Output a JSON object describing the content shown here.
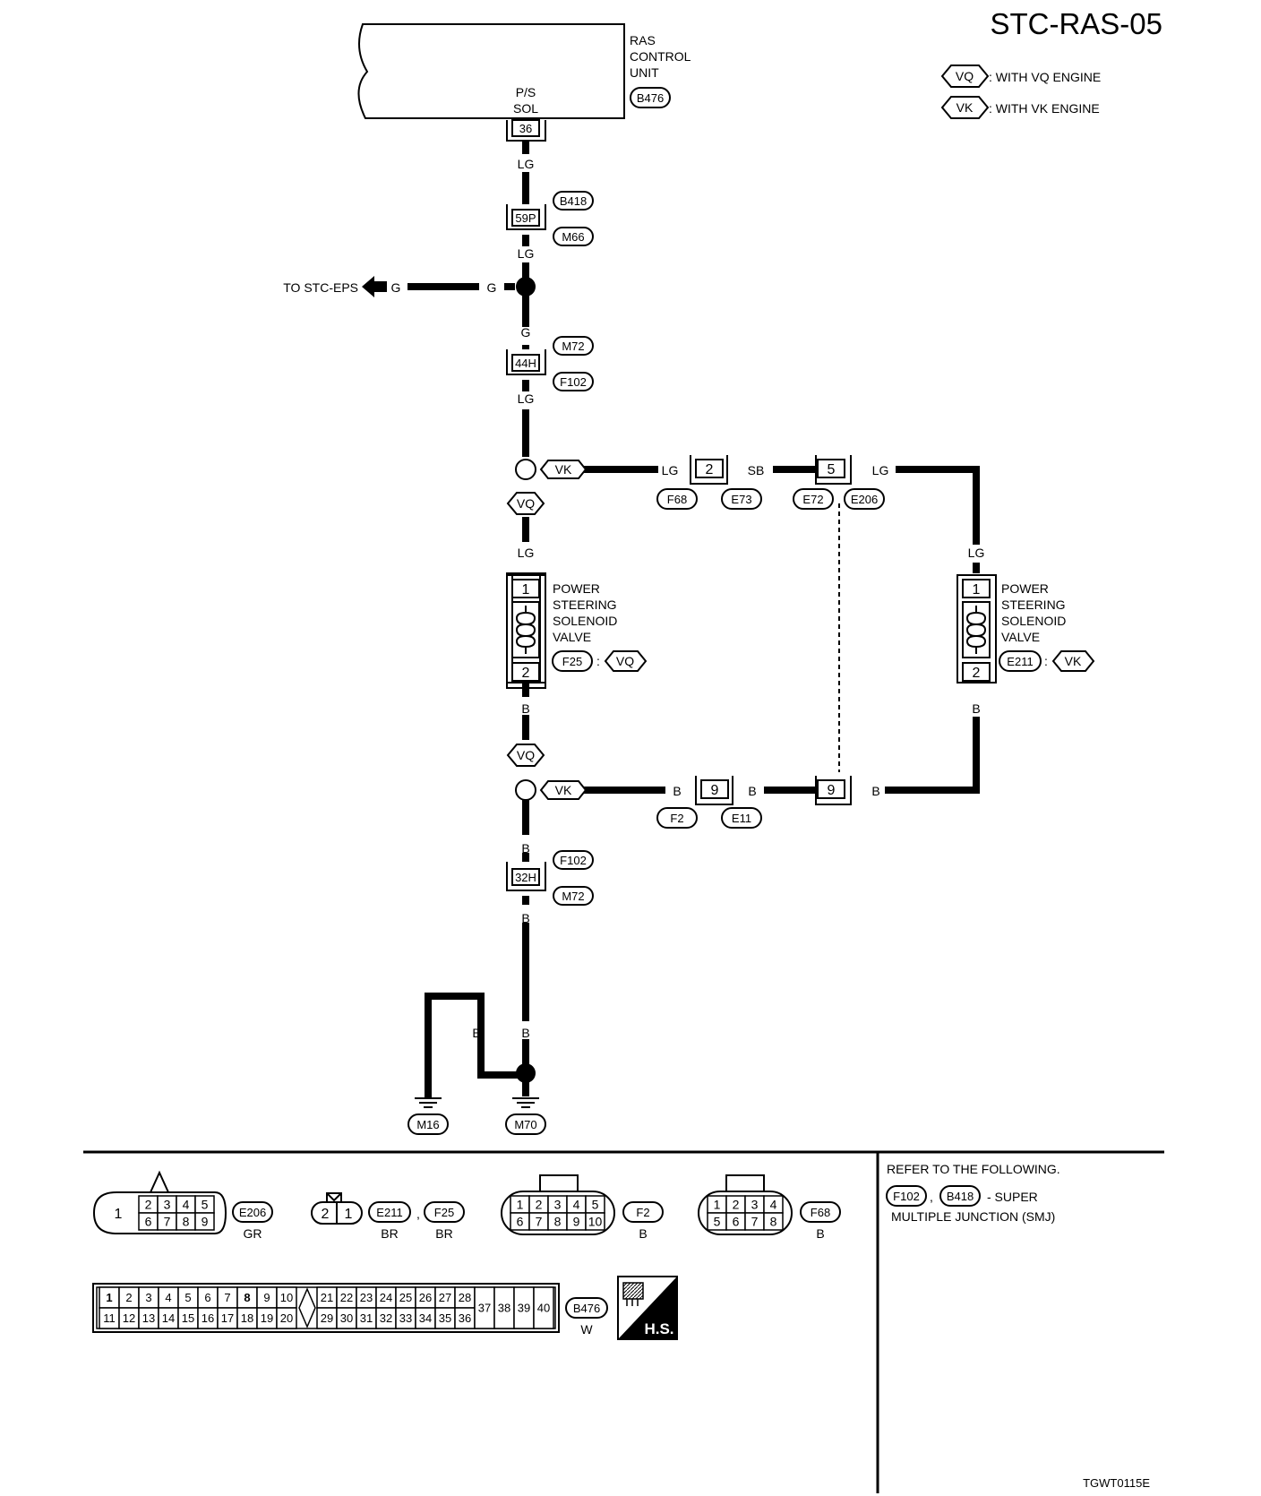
{
  "page": {
    "title": "STC-RAS-05",
    "figure_code": "TGWT0115E"
  },
  "legend": {
    "vq_tag": "VQ",
    "vq_text": ": WITH VQ ENGINE",
    "vk_tag": "VK",
    "vk_text": ": WITH VK ENGINE"
  },
  "control_unit": {
    "name_line1": "RAS",
    "name_line2": "CONTROL",
    "name_line3": "UNIT",
    "connector": "B476",
    "pin_label_line1": "P/S",
    "pin_label_line2": "SOL",
    "pin": "36"
  },
  "wires": {
    "lg": "LG",
    "g": "G",
    "b": "B",
    "sb": "SB"
  },
  "connectors": {
    "c59p": {
      "pin": "59P",
      "top": "B418",
      "bottom": "M66"
    },
    "c44h": {
      "pin": "44H",
      "top": "M72",
      "bottom": "F102"
    },
    "c32h": {
      "pin": "32H",
      "top": "F102",
      "bottom": "M72"
    },
    "upper_left_inline": {
      "pin": "2",
      "left": "F68",
      "right": "E73"
    },
    "upper_right_inline": {
      "pin": "5",
      "left": "E72",
      "right": "E206"
    },
    "lower_left_inline": {
      "pin": "9",
      "left": "F2",
      "right": "E11"
    },
    "lower_right_inline": {
      "pin": "9"
    }
  },
  "to_stc_eps": "TO STC-EPS",
  "splice_tags": {
    "vk": "VK",
    "vq": "VQ"
  },
  "valves": {
    "left": {
      "line1": "POWER",
      "line2": "STEERING",
      "line3": "SOLENOID",
      "line4": "VALVE",
      "connector": "F25",
      "colon": ":",
      "engine": "VQ",
      "pin_top": "1",
      "pin_bottom": "2"
    },
    "right": {
      "line1": "POWER",
      "line2": "STEERING",
      "line3": "SOLENOID",
      "line4": "VALVE",
      "connector": "E211",
      "colon": ":",
      "engine": "VK",
      "pin_top": "1",
      "pin_bottom": "2"
    }
  },
  "grounds": {
    "left": "M16",
    "right": "M70"
  },
  "connector_views": {
    "e206": {
      "code": "E206",
      "color": "GR",
      "big_pin": "1",
      "top_row": [
        "2",
        "3",
        "4",
        "5"
      ],
      "bottom_row": [
        "6",
        "7",
        "8",
        "9"
      ]
    },
    "e211_f25": {
      "pins": [
        "2",
        "1"
      ],
      "code1": "E211",
      "color1": "BR",
      "separator": ",",
      "code2": "F25",
      "color2": "BR"
    },
    "f2": {
      "code": "F2",
      "color": "B",
      "top_row": [
        "1",
        "2",
        "3",
        "4",
        "5"
      ],
      "bottom_row": [
        "6",
        "7",
        "8",
        "9",
        "10"
      ]
    },
    "f68": {
      "code": "F68",
      "color": "B",
      "top_row": [
        "1",
        "2",
        "3",
        "4"
      ],
      "bottom_row": [
        "5",
        "6",
        "7",
        "8"
      ]
    },
    "b476": {
      "code": "B476",
      "color": "W",
      "top_left": [
        "1",
        "2",
        "3",
        "4",
        "5",
        "6",
        "7",
        "8",
        "9",
        "10"
      ],
      "bottom_left": [
        "11",
        "12",
        "13",
        "14",
        "15",
        "16",
        "17",
        "18",
        "19",
        "20"
      ],
      "top_right": [
        "21",
        "22",
        "23",
        "24",
        "25",
        "26",
        "27",
        "28"
      ],
      "bottom_right": [
        "29",
        "30",
        "31",
        "32",
        "33",
        "34",
        "35",
        "36"
      ],
      "tall": [
        "37",
        "38",
        "39",
        "40"
      ]
    },
    "hs": "H.S."
  },
  "refer": {
    "line1": "REFER TO THE FOLLOWING.",
    "code1": "F102",
    "comma": ",",
    "code2": "B418",
    "text": "- SUPER",
    "line3": "MULTIPLE JUNCTION (SMJ)"
  }
}
